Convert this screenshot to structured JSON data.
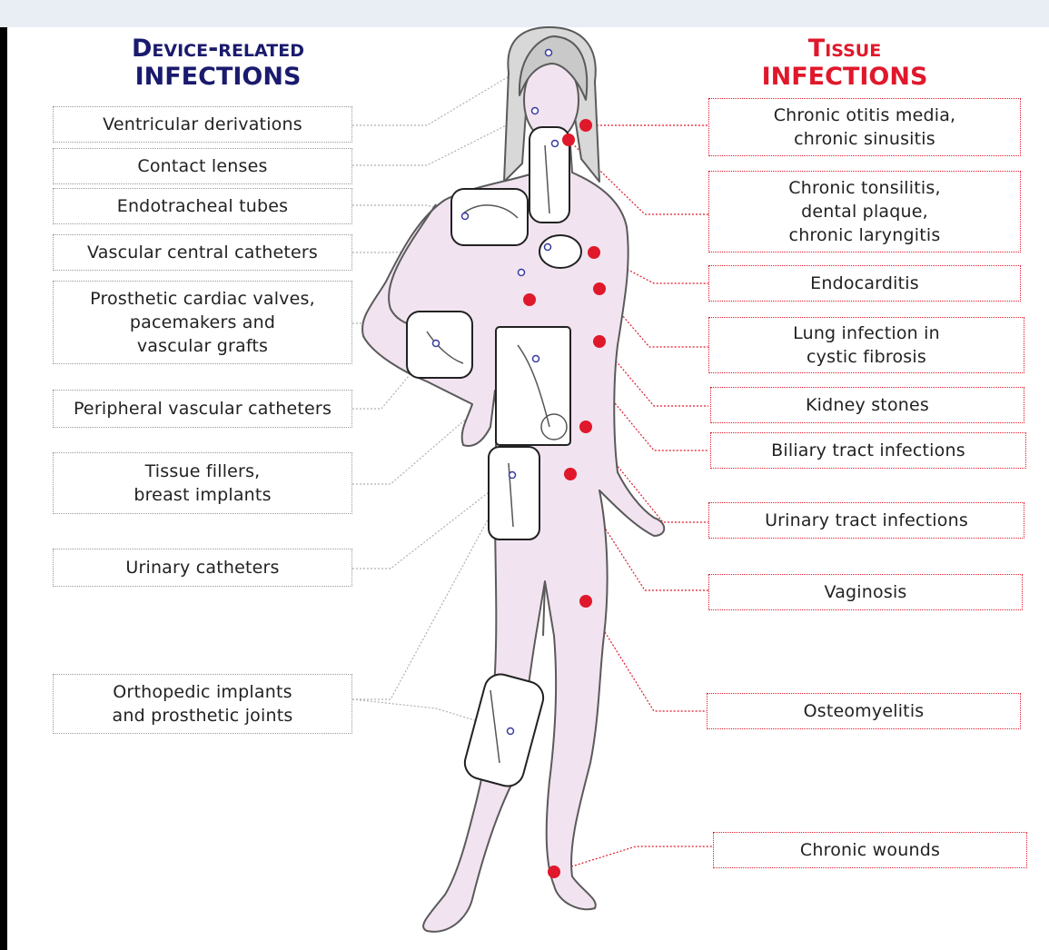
{
  "left_header": {
    "line1": "Device-related",
    "line2": "infections"
  },
  "right_header": {
    "line1": "Tissue",
    "line2": "infections"
  },
  "device_labels": [
    {
      "lines": [
        "Ventricular derivations"
      ]
    },
    {
      "lines": [
        "Contact lenses"
      ]
    },
    {
      "lines": [
        "Endotracheal tubes"
      ]
    },
    {
      "lines": [
        "Vascular central catheters"
      ]
    },
    {
      "lines": [
        "Prosthetic cardiac valves,",
        "pacemakers and",
        "vascular grafts"
      ]
    },
    {
      "lines": [
        "Peripheral vascular catheters"
      ]
    },
    {
      "lines": [
        "Tissue fillers,",
        "breast implants"
      ]
    },
    {
      "lines": [
        "Urinary catheters"
      ]
    },
    {
      "lines": [
        "Orthopedic implants",
        "and prosthetic joints"
      ]
    }
  ],
  "tissue_labels": [
    {
      "lines": [
        "Chronic otitis media,",
        "chronic sinusitis"
      ]
    },
    {
      "lines": [
        "Chronic tonsilitis,",
        "dental plaque,",
        "chronic laryngitis"
      ]
    },
    {
      "lines": [
        "Endocarditis"
      ]
    },
    {
      "lines": [
        "Lung infection in",
        "cystic fibrosis"
      ]
    },
    {
      "lines": [
        "Kidney stones"
      ]
    },
    {
      "lines": [
        "Biliary tract infections"
      ]
    },
    {
      "lines": [
        "Urinary tract infections"
      ]
    },
    {
      "lines": [
        "Vaginosis"
      ]
    },
    {
      "lines": [
        "Osteomyelitis"
      ]
    },
    {
      "lines": [
        "Chronic wounds"
      ]
    }
  ],
  "colors": {
    "device_header": "#1a1a6e",
    "tissue_header": "#e0182b",
    "infection_marker": "#e0182b",
    "body_fill": "#f1e4f0"
  }
}
